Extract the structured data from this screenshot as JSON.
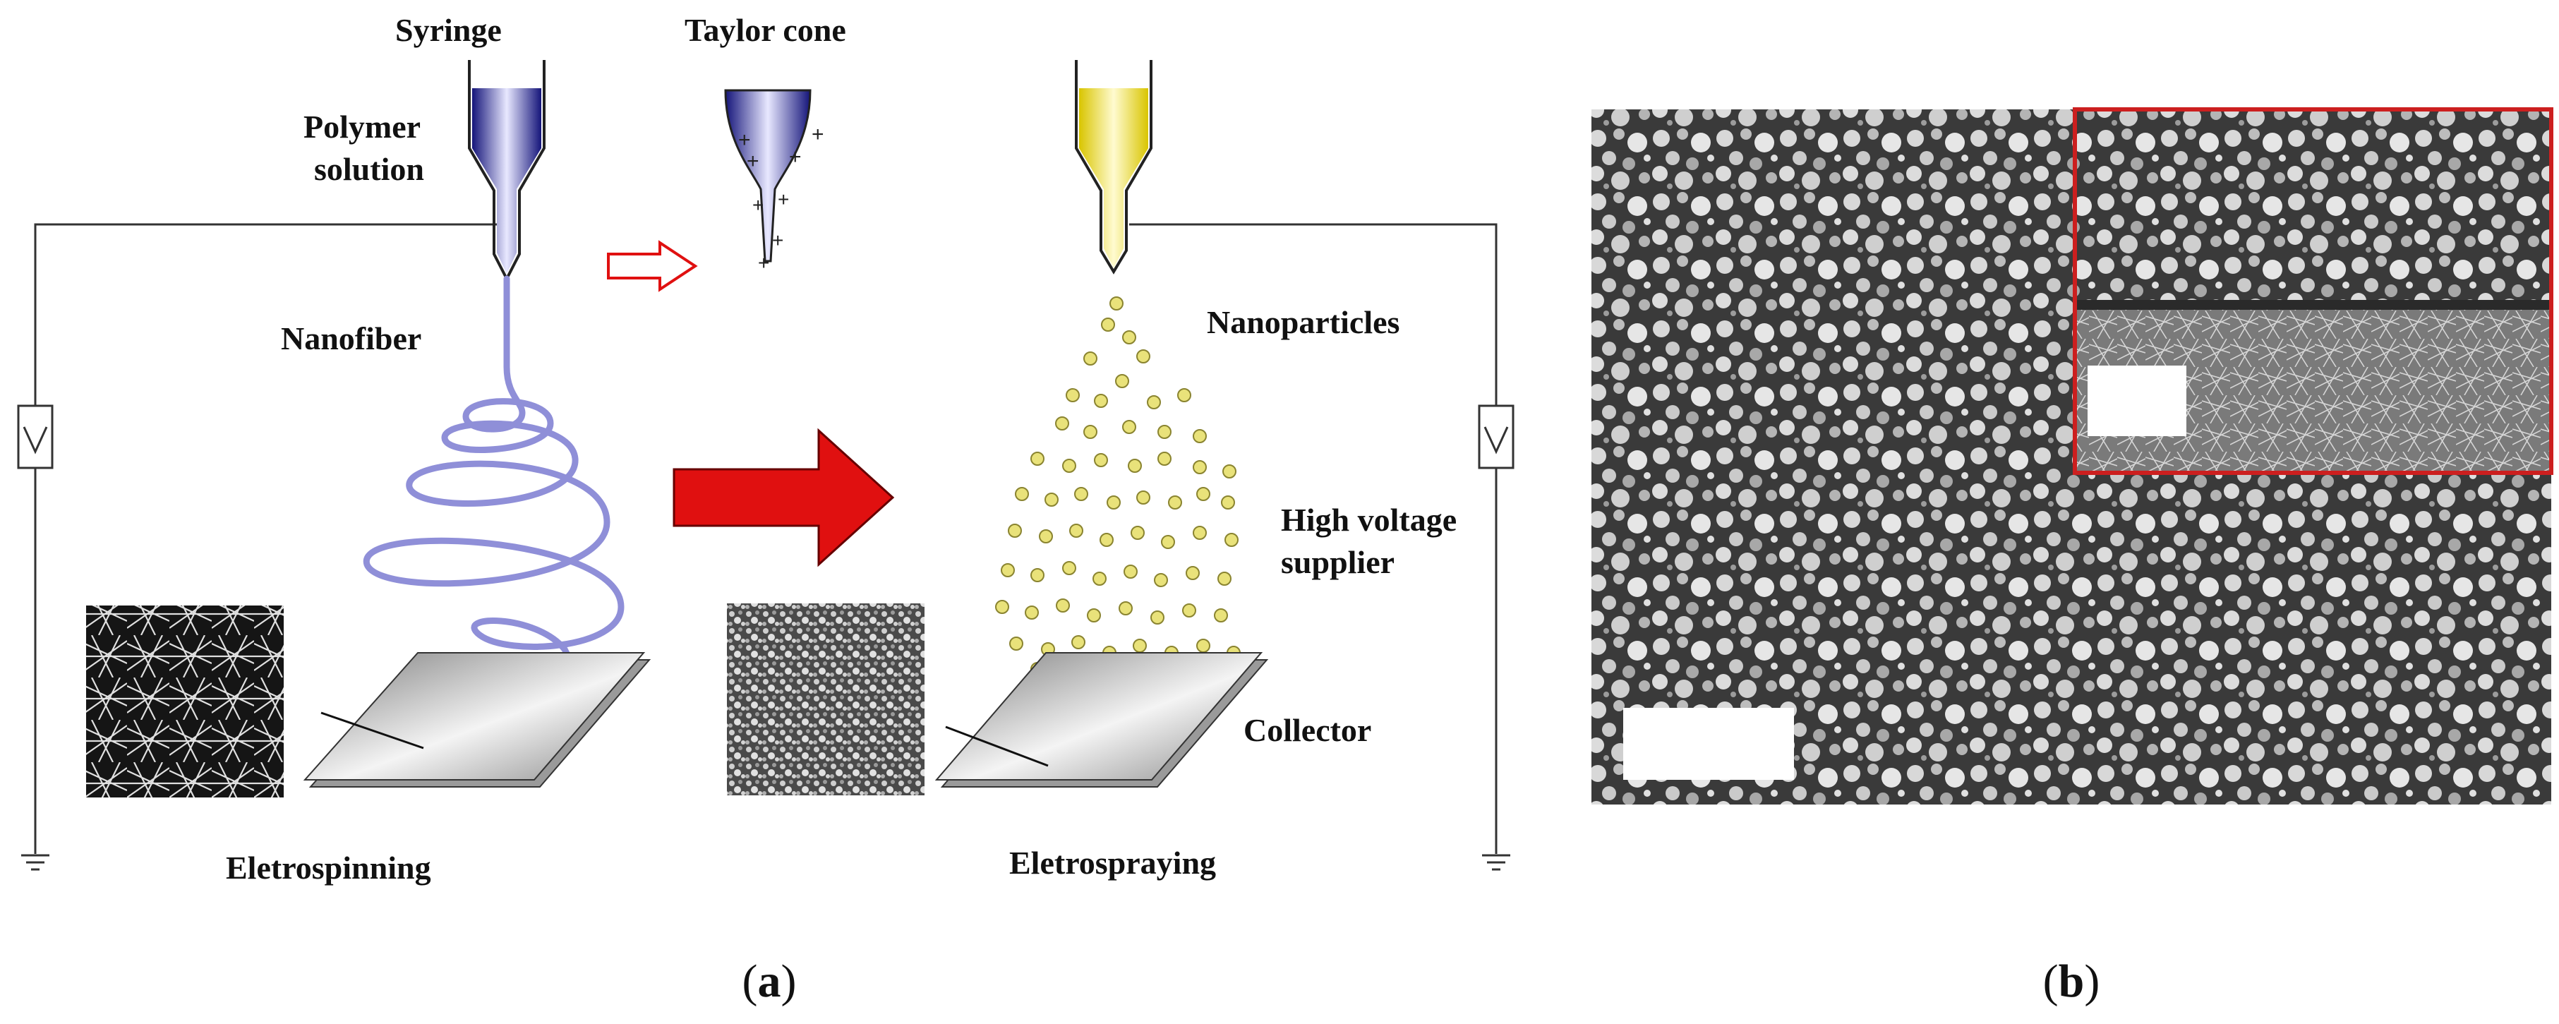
{
  "panel_a": {
    "labels": {
      "syringe": "Syringe",
      "polymer_line1": "Polymer",
      "polymer_line2": "solution",
      "taylor_cone": "Taylor cone",
      "nanofiber": "Nanofiber",
      "electrospinning": "Eletrospinning",
      "nanoparticles": "Nanoparticles",
      "hv_line1": "High voltage",
      "hv_line2": "supplier",
      "collector": "Collector",
      "electrospraying": "Eletrospraying"
    },
    "caption_open": "(",
    "caption_letter": "a",
    "caption_close": ")",
    "colors": {
      "syringe_blue": "#1f1f8a",
      "syringe_yellow": "#e8d400",
      "fiber": "#8f8fd8",
      "particle": "#e9e27a",
      "arrow_red": "#e01010"
    }
  },
  "panel_b": {
    "caption_open": "(",
    "caption_letter": "b",
    "caption_close": ")",
    "inset_border_color": "#cc1f1f"
  }
}
